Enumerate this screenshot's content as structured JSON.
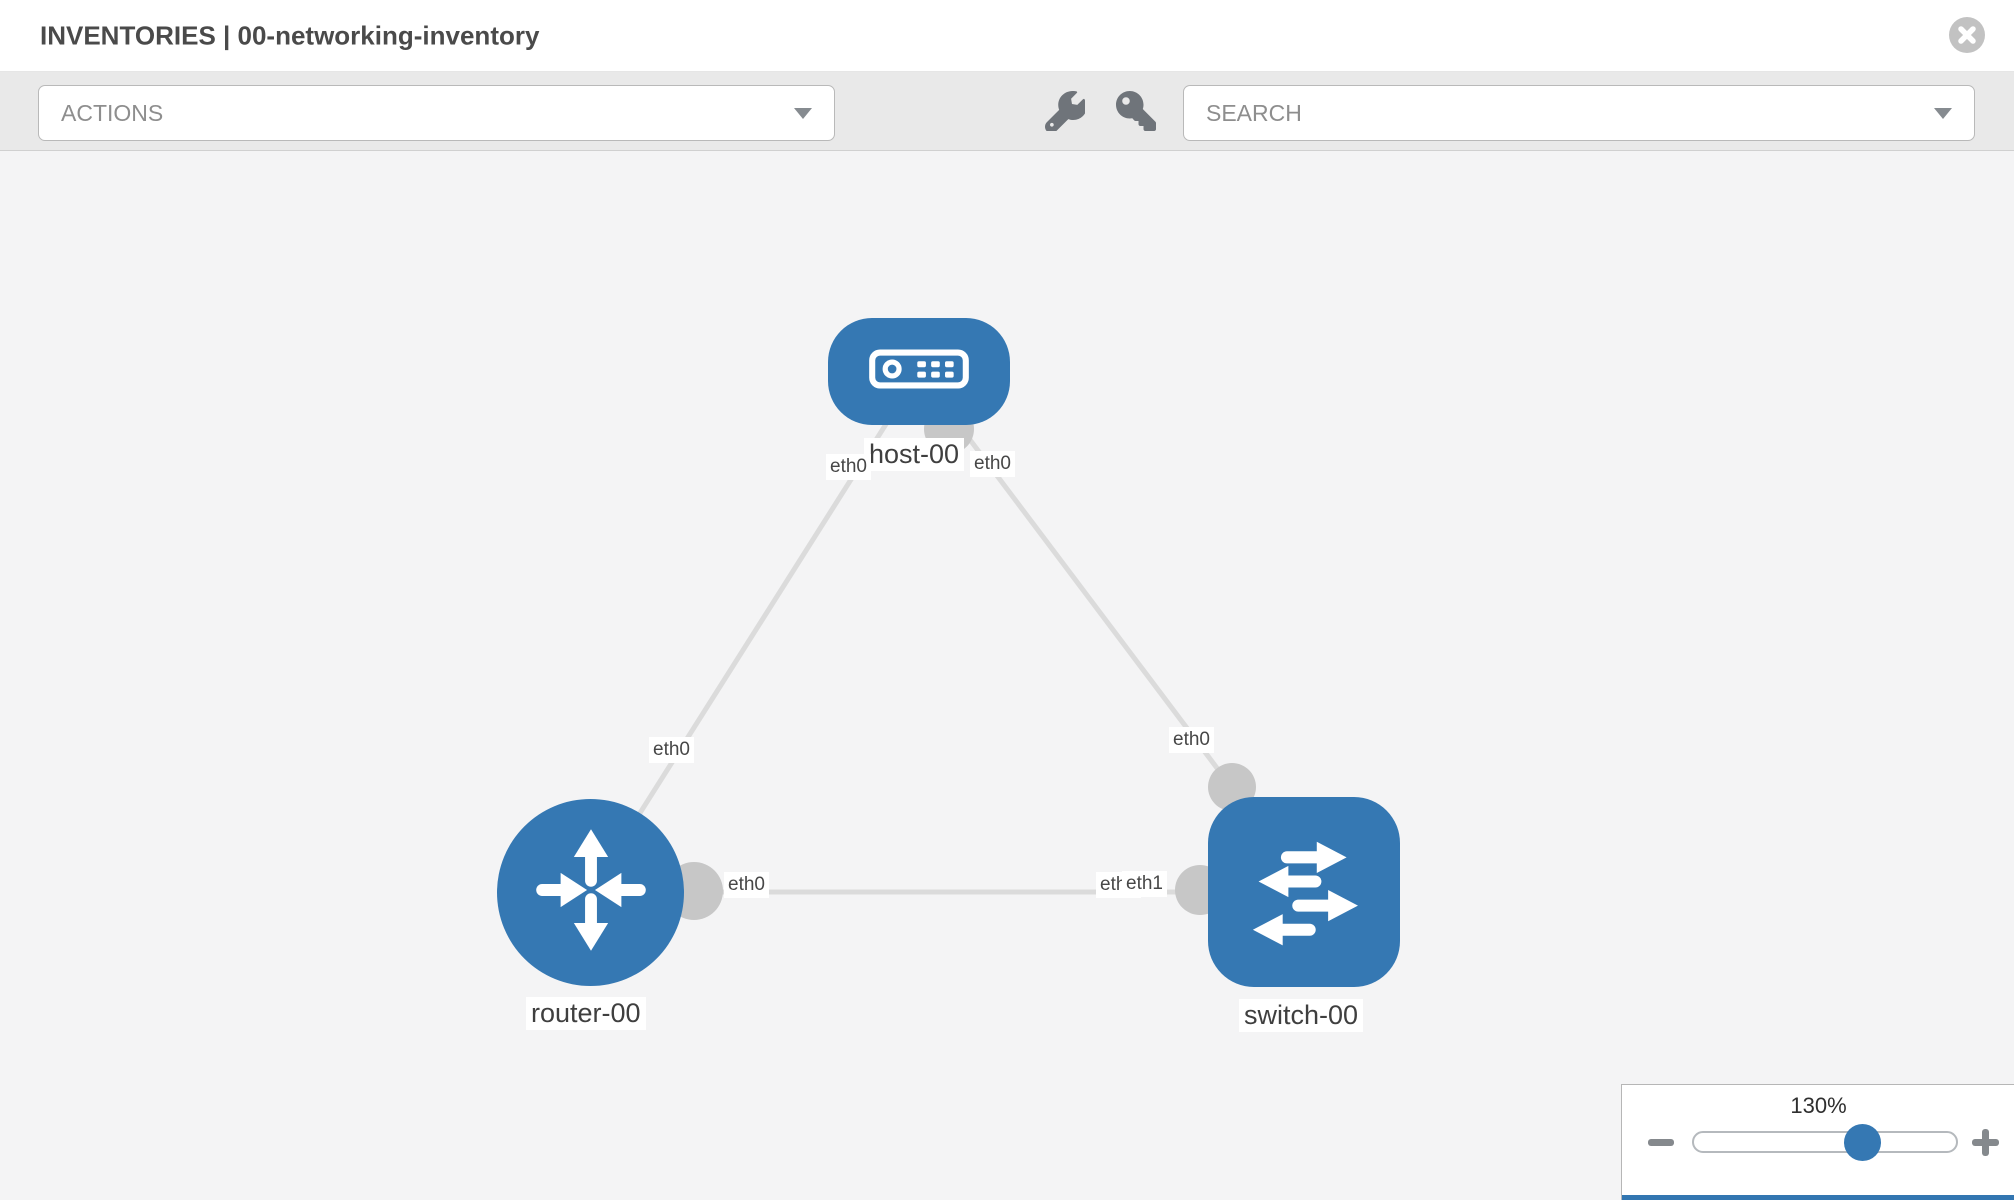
{
  "header": {
    "title": "INVENTORIES | 00-networking-inventory"
  },
  "toolbar": {
    "actions_placeholder": "ACTIONS",
    "search_placeholder": "SEARCH"
  },
  "topology": {
    "nodes": [
      {
        "id": "host-00",
        "label": "host-00",
        "type": "host"
      },
      {
        "id": "router-00",
        "label": "router-00",
        "type": "router"
      },
      {
        "id": "switch-00",
        "label": "switch-00",
        "type": "switch"
      }
    ],
    "links": [
      {
        "from": "host-00",
        "to": "router-00",
        "from_label": "eth0",
        "to_label": "eth0"
      },
      {
        "from": "host-00",
        "to": "switch-00",
        "from_label": "eth0",
        "to_label": "eth0"
      },
      {
        "from": "router-00",
        "to": "switch-00",
        "from_label": "eth0",
        "to_label": "eth1",
        "to_label_overlapped": "eth0"
      }
    ]
  },
  "zoom_control": {
    "value": "130%"
  },
  "colors": {
    "node_blue": "#3578b3",
    "connector_gray": "#c7c7c7",
    "link_gray": "#dbdbdb",
    "accent_blue": "#3276b1"
  }
}
